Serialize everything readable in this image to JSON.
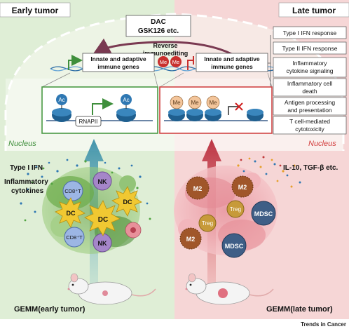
{
  "header": {
    "left_title": "Early tumor",
    "right_title": "Late tumor"
  },
  "drug_box": {
    "line1": "DAC",
    "line2": "GSK126 etc."
  },
  "reverse_label": {
    "line1": "Reverse",
    "line2": "immunoediting"
  },
  "gene_boxes": {
    "left": {
      "line1": "Innate and adaptive",
      "line2": "immune genes"
    },
    "right": {
      "line1": "Innate and adaptive",
      "line2": "immune genes"
    }
  },
  "mark_labels": {
    "me": "Me",
    "ac": "Ac",
    "rnapii": "RNAPII"
  },
  "nucleus_label": "Nucleus",
  "responses": [
    "Type I IFN response",
    "Type II IFN response",
    "Inflammatory cytokine signaling",
    "Inflammatory cell death",
    "Antigen processing and presentation",
    "T cell-mediated cytotoxicity"
  ],
  "left_tme": {
    "label_ifn": "Type I IFN",
    "label_cyto1": "Inflammatory",
    "label_cyto2": "cytokines",
    "cells": {
      "nk": "NK",
      "dc": "DC",
      "cd8": "CD8⁺T"
    }
  },
  "right_tme": {
    "label": "IL-10, TGF-β etc.",
    "cells": {
      "m2": "M2",
      "treg": "Treg",
      "mdsc": "MDSC"
    }
  },
  "bottom": {
    "left": "GEMM(early tumor)",
    "right": "GEMM(late tumor)"
  },
  "credit": "Trends in Cancer",
  "colors": {
    "early_bg": "#dfeed6",
    "late_bg": "#f6d6d6",
    "early_accent": "#3f8f3c",
    "late_accent": "#d23c3c",
    "me_fill": "#f3c59b"
  }
}
